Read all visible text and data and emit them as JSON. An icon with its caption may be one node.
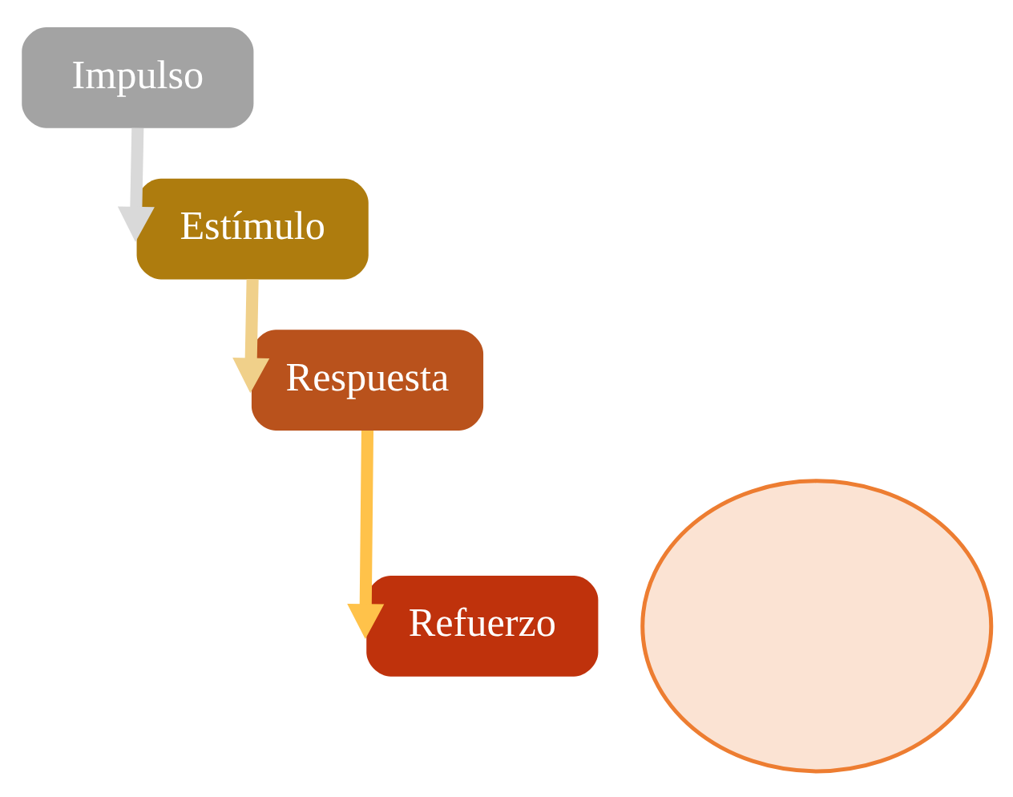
{
  "diagram": {
    "nodes": [
      {
        "text": [
          "Impulso"
        ]
      },
      {
        "text": [
          "Estímulo"
        ]
      },
      {
        "text": [
          "Respuesta"
        ]
      },
      {
        "text": [
          "Refuerzo"
        ]
      },
      {
        "text": [],
        "shape": "circle"
      }
    ],
    "edges": [
      {
        "from": 0,
        "to": 1,
        "arrow": "to",
        "color": "#d9d9d9"
      },
      {
        "from": 1,
        "to": 2,
        "arrow": "to",
        "color": "#f0d08a"
      },
      {
        "from": 2,
        "to": 3,
        "arrow": "to",
        "color": "#ffc24a"
      }
    ]
  }
}
